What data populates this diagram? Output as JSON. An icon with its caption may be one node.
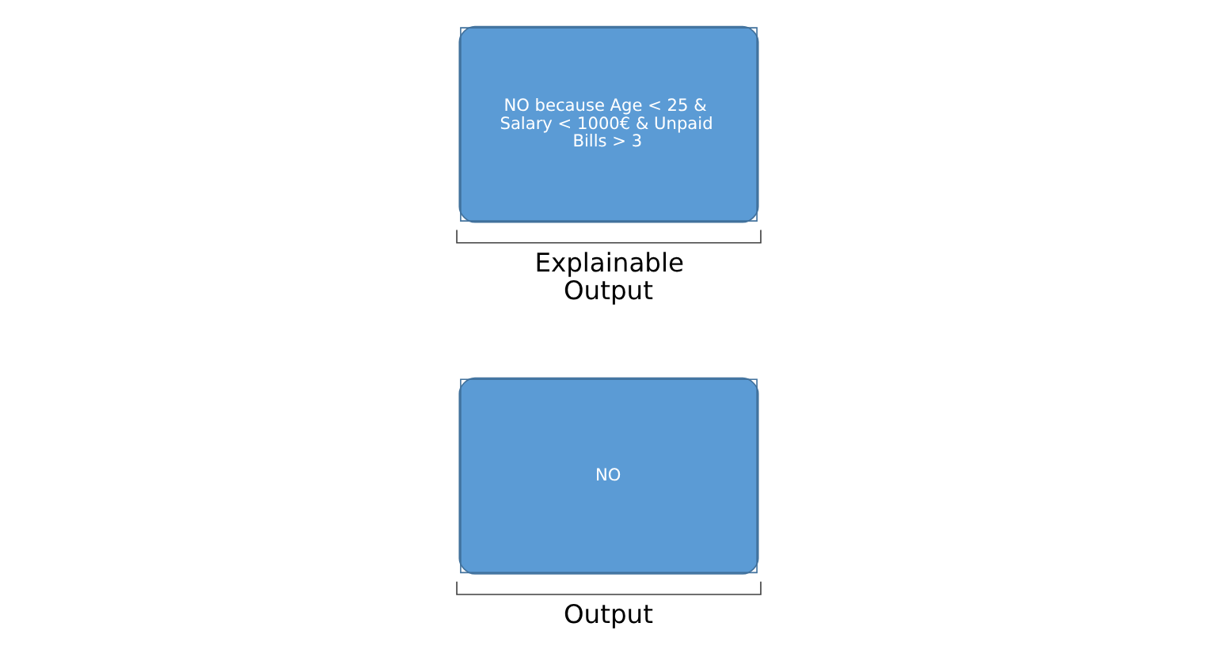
{
  "diagram": {
    "nodes": [
      {
        "text": [
          "NO"
        ],
        "beside": [
          "Output"
        ]
      },
      {
        "text": [
          "NO because Age < 25 & Salary < 1000€ & Unpaid Bills > 3"
        ],
        "beside": [
          "Explainable Output"
        ]
      }
    ],
    "edges": []
  }
}
